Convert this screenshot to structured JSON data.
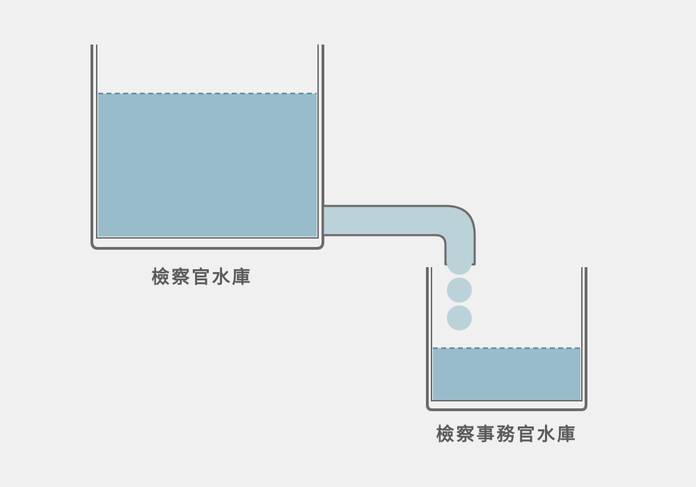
{
  "upper_reservoir": {
    "label": "檢察官水庫",
    "fill_level": 0.77
  },
  "lower_reservoir": {
    "label": "檢察事務官水庫",
    "fill_level": 0.41
  },
  "colors": {
    "background": "#f0f0f0",
    "outline": "#6b6b6b",
    "water": "#99bccb",
    "water_line": "#5c7f93",
    "pipe_fill": "#bcd2d9",
    "drops": "#bcd2d9",
    "label_text": "#5b5b5b"
  },
  "drops_count": 3
}
